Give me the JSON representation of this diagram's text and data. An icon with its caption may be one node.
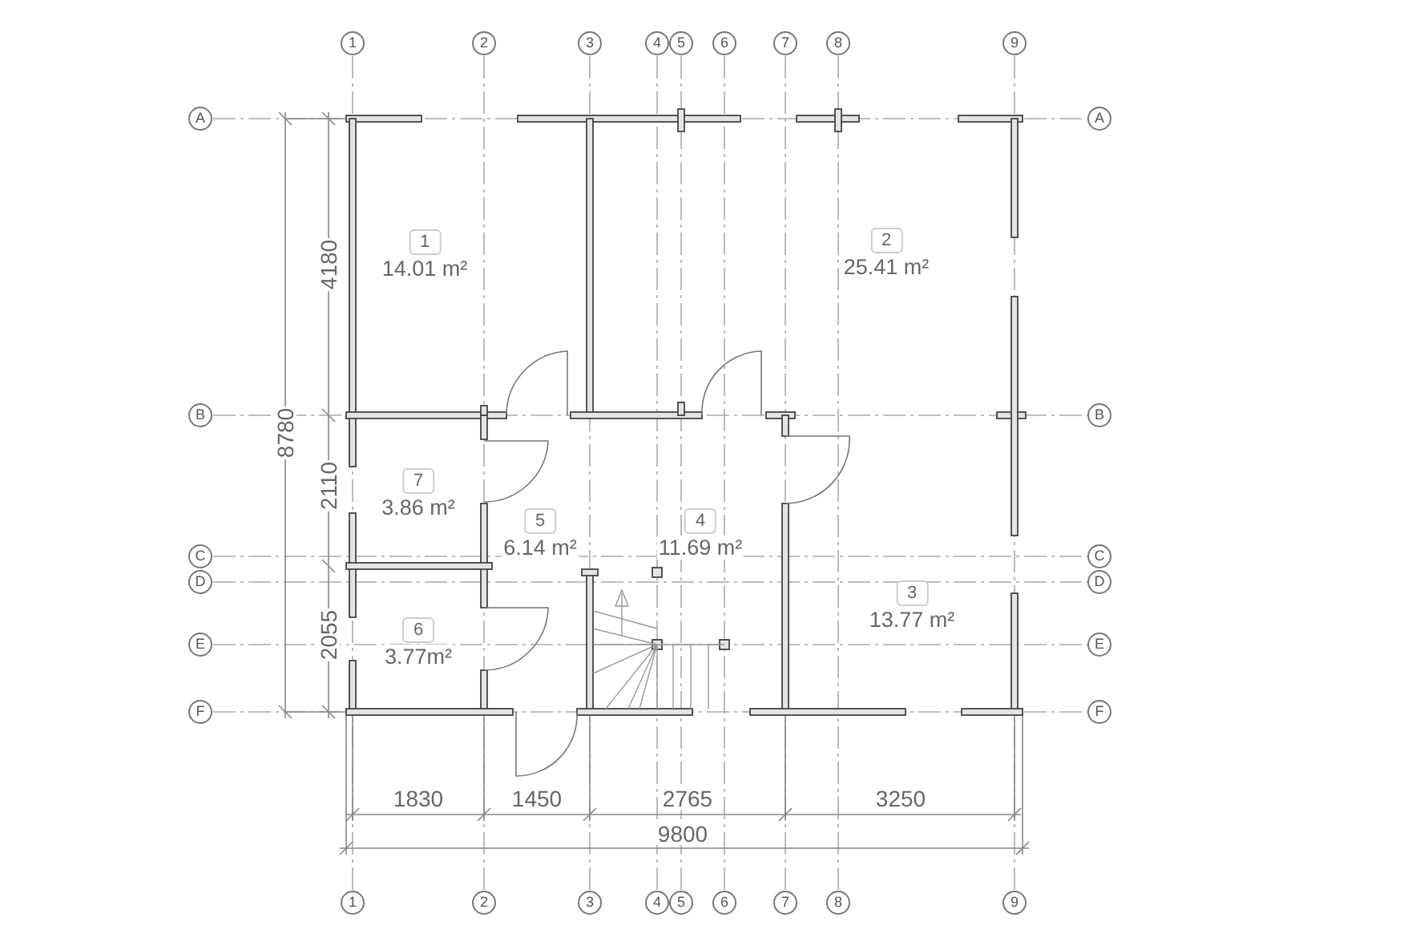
{
  "diagram": {
    "nodes": [
      {
        "text": [
          "1",
          "14.01 m²"
        ]
      },
      {
        "text": [
          "2",
          "25.41 m²"
        ]
      },
      {
        "text": [
          "7",
          "3.86 m²"
        ]
      },
      {
        "text": [
          "5",
          "6.14 m²"
        ]
      },
      {
        "text": [
          "4",
          "11.69 m²"
        ]
      },
      {
        "text": [
          "3",
          "13.77 m²"
        ]
      },
      {
        "text": [
          "6",
          "3.77m²"
        ]
      }
    ],
    "labels": [
      "1",
      "2",
      "3",
      "4",
      "5",
      "6",
      "7",
      "8",
      "9",
      "A",
      "A",
      "4180",
      "8780",
      "B",
      "B",
      "2110",
      "C",
      "C",
      "D",
      "D",
      "2055",
      "E",
      "E",
      "F",
      "F",
      "1830",
      "1450",
      "2765",
      "3250",
      "9800",
      "1",
      "2",
      "3",
      "4",
      "5",
      "6",
      "7",
      "8",
      "9"
    ]
  }
}
